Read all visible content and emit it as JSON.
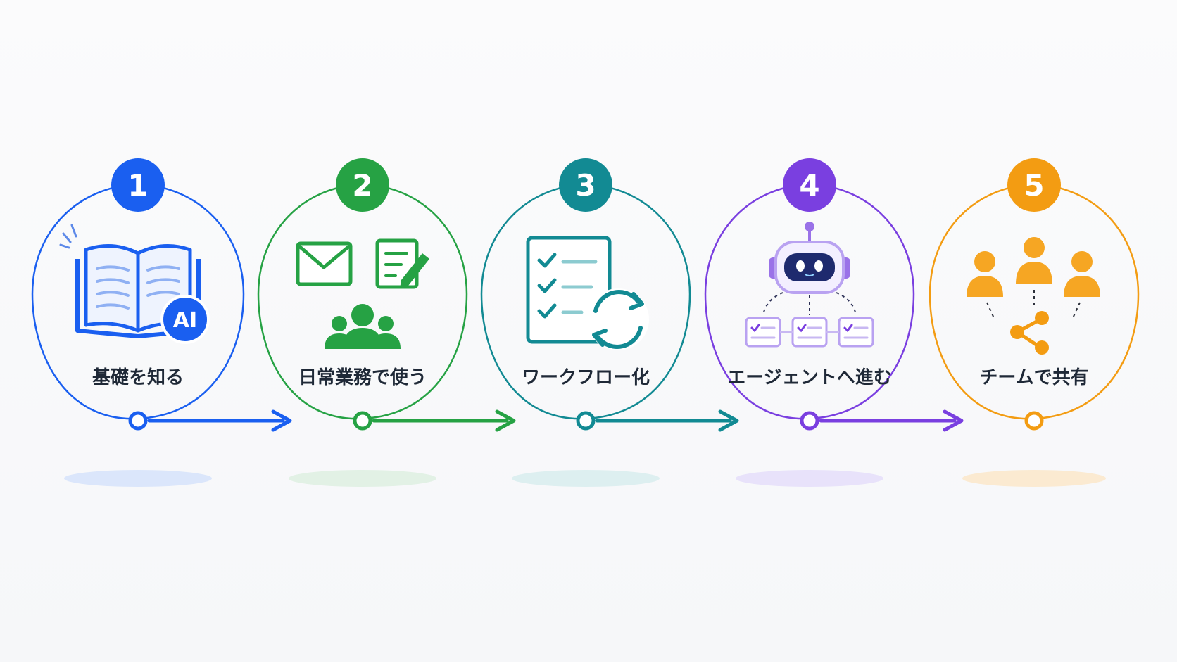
{
  "steps": [
    {
      "number": "1",
      "label": "基礎を知る",
      "color": "#1a5ff0",
      "light": "#dbe6fb",
      "icon": "open-book-ai-icon",
      "badge": "AI"
    },
    {
      "number": "2",
      "label": "日常業務で使う",
      "color": "#26a244",
      "light": "#e2f1e5",
      "icon": "mail-document-team-icon"
    },
    {
      "number": "3",
      "label": "ワークフロー化",
      "color": "#128a93",
      "light": "#ddeff0",
      "icon": "checklist-cycle-icon"
    },
    {
      "number": "4",
      "label": "エージェントへ進む",
      "color": "#7a3fe0",
      "light": "#e8e2fa",
      "icon": "robot-tasks-icon"
    },
    {
      "number": "5",
      "label": "チームで共有",
      "color": "#f39c12",
      "light": "#fbead1",
      "icon": "people-share-icon"
    }
  ]
}
